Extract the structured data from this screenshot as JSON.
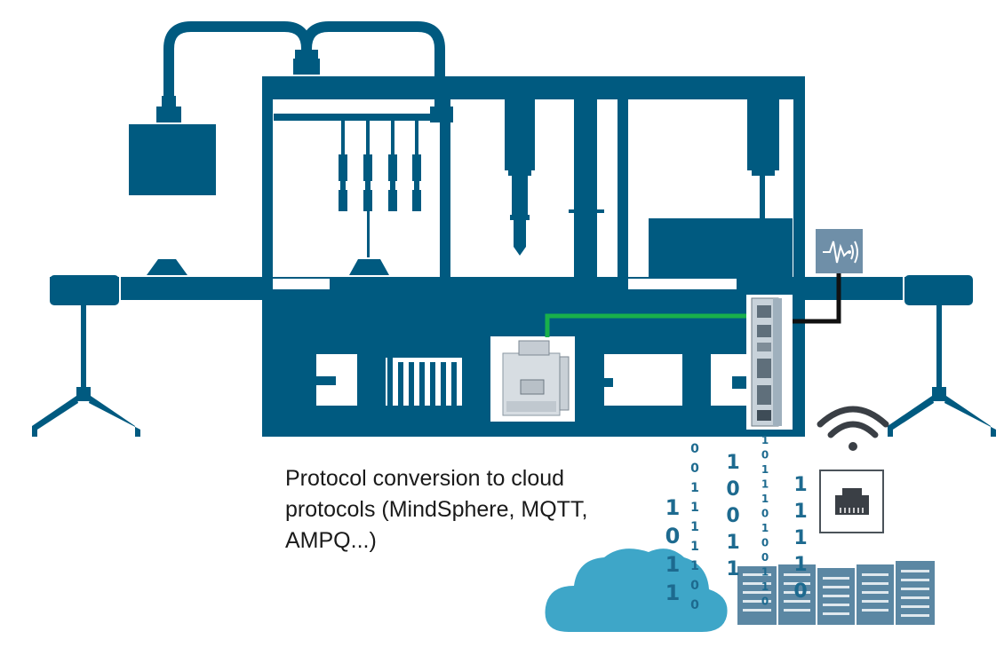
{
  "caption": {
    "lines": [
      "Protocol conversion to cloud",
      "protocols  (MindSphere, MQTT,",
      "AMPQ...)"
    ]
  },
  "binary_streams": {
    "col1": [
      "0",
      "0",
      "1",
      "1",
      "1",
      "1",
      "1",
      "0",
      "0"
    ],
    "col2": [
      "1",
      "0",
      "1",
      "1"
    ],
    "col3": [
      "1",
      "0",
      "0",
      "1",
      "1"
    ],
    "col4": [
      "1",
      "0",
      "1",
      "1",
      "1",
      "0",
      "1",
      "0",
      "0",
      "1",
      "1",
      "0"
    ],
    "col5": [
      "1",
      "1",
      "1",
      "1",
      "0"
    ]
  },
  "colors": {
    "machine": "#005a80",
    "cloud": "#3ea6c8",
    "green_cable": "#19b04b",
    "black_cable": "#111111",
    "sensor_box": "#6f8fa8",
    "binary": "#1d6a8f"
  },
  "icons": [
    "machine-frame",
    "robot-gripper",
    "conveyor-belt",
    "iot-gateway",
    "sensor-icon",
    "wifi-icon",
    "ethernet-port-icon",
    "cloud-icon",
    "server-rack-icon",
    "plc-module"
  ]
}
